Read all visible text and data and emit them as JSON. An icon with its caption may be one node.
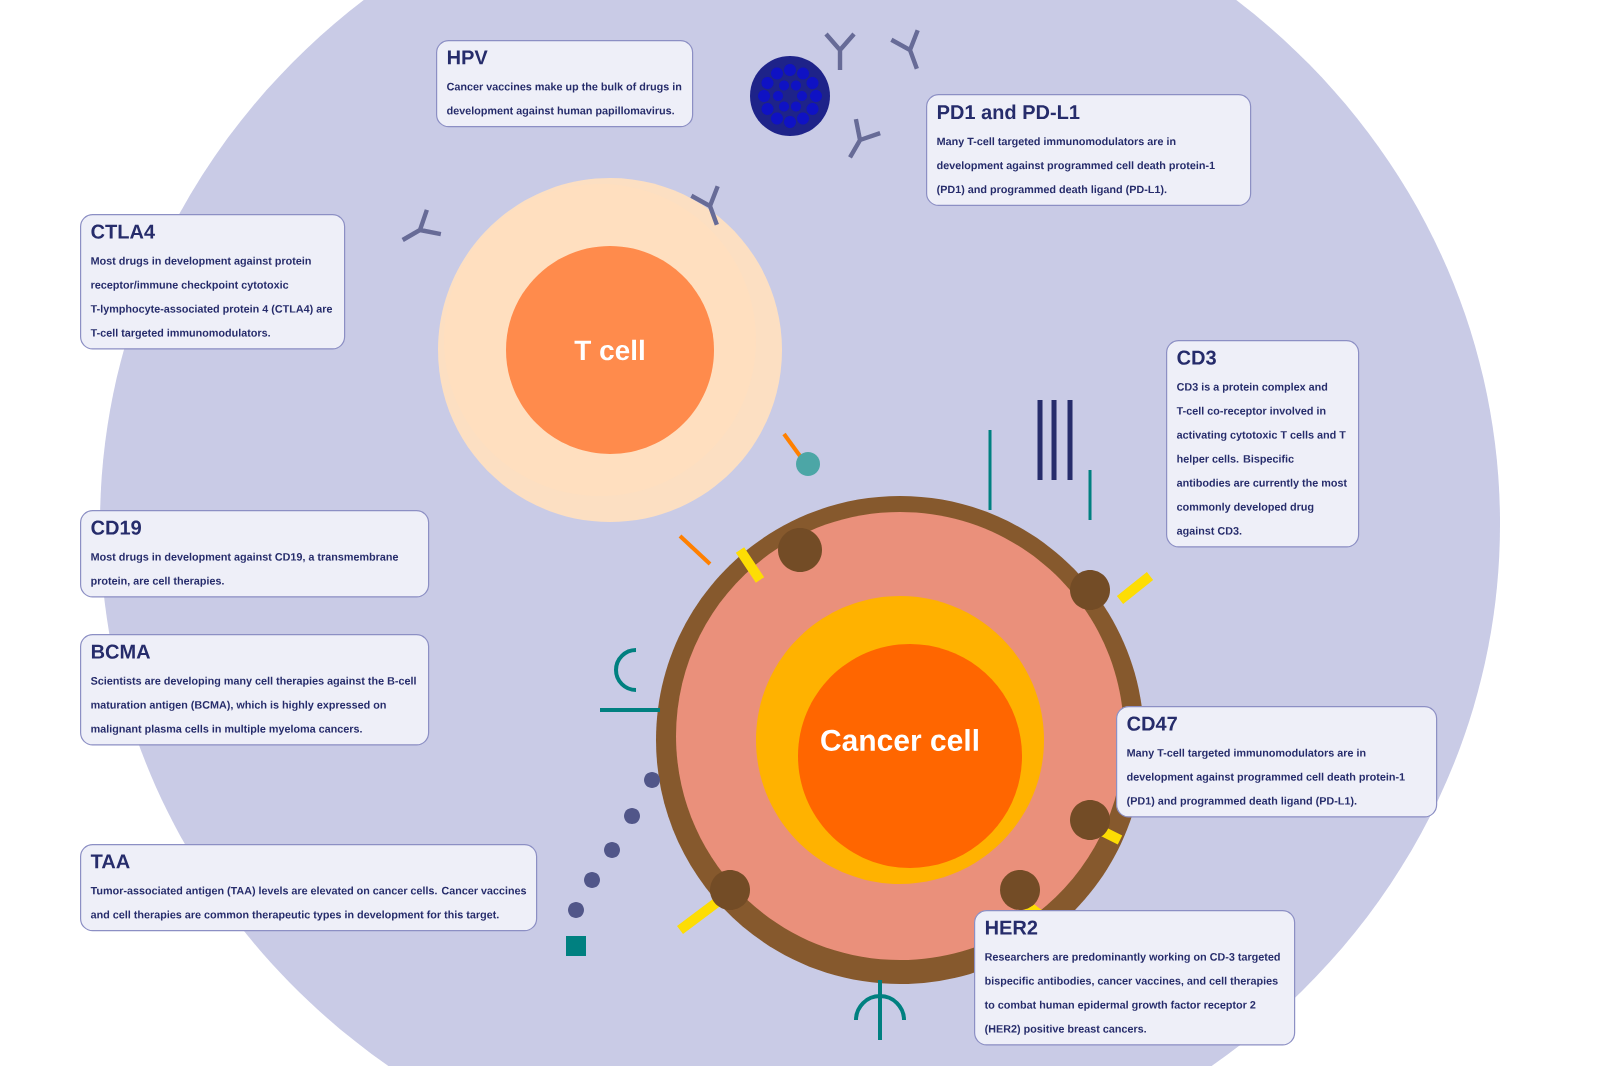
{
  "diagram": {
    "nodes": [
      {
        "text": [
          "HPV",
          "Cancer vaccines make up the bulk of drugs in development against human papillomavirus."
        ]
      },
      {
        "text": [
          "PD1 and PD-L1",
          "Many T-cell targeted immunomodulators are in development against programmed cell death protein-1 (PD1) and programmed death ligand (PD-L1)."
        ]
      },
      {
        "text": [
          "CTLA4",
          "Most drugs in development against protein receptor/immune checkpoint cytotoxic T-lymphocyte-associated protein 4 (CTLA4) are T-cell targeted immunomodulators."
        ]
      },
      {
        "text": [
          "CD3",
          "CD3 is a protein complex and T-cell co-receptor involved in activating cytotoxic T cells and T helper cells. Bispecific antibodies are currently the most commonly developed drug against CD3."
        ]
      },
      {
        "text": [
          "CD19",
          "Most drugs in development against CD19, a transmembrane protein, are cell therapies."
        ]
      },
      {
        "text": [
          "BCMA",
          "Scientists are developing many cell therapies against the B-cell maturation antigen (BCMA), which is highly expressed on malignant plasma cells in multiple myeloma cancers."
        ]
      },
      {
        "text": [
          "CD47",
          "Many T-cell targeted immunomodulators are in development against programmed cell death protein-1 (PD1) and programmed death ligand (PD-L1)."
        ]
      },
      {
        "text": [
          "TAA",
          "Tumor-associated antigen (TAA) levels are elevated on cancer cells. Cancer vaccines and cell therapies are common therapeutic types in development for this target."
        ]
      },
      {
        "text": [
          "HER2",
          "Researchers are predominantly working on CD-3 targeted bispecific antibodies, cancer vaccines, and cell therapies to combat human epidermal growth factor receptor 2 (HER2) positive breast cancers."
        ]
      },
      {
        "text": [
          "T cell"
        ]
      },
      {
        "text": [
          "Cancer cell"
        ]
      }
    ]
  }
}
